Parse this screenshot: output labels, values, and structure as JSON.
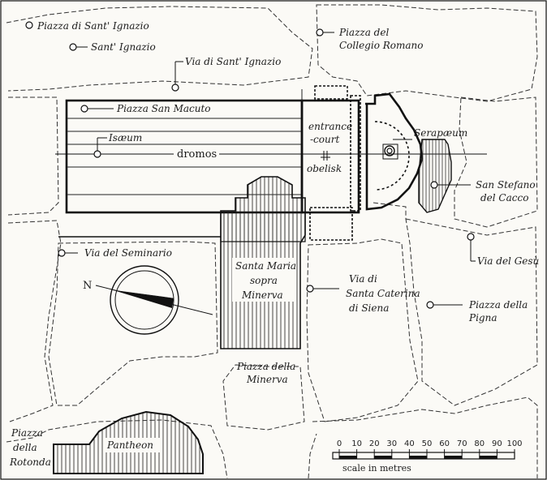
{
  "labels": {
    "piazza_sant_ignazio": "Piazza di Sant' Ignazio",
    "sant_ignazio": "Sant' Ignazio",
    "via_sant_ignazio": "Via di Sant' Ignazio",
    "piazza_collegio_romano_1": "Piazza del",
    "piazza_collegio_romano_2": "Collegio Romano",
    "piazza_san_macuto": "Piazza San Macuto",
    "iseum": "Isæum",
    "dromos": "dromos",
    "entrance_court_1": "entrance",
    "entrance_court_2": "-court",
    "obelisk": "obelisk",
    "serapaeum": "Serapæum",
    "san_stefano_1": "San Stefano",
    "san_stefano_2": "del Cacco",
    "via_del_seminario": "Via del Seminario",
    "via_del_gesu": "Via del Gesù",
    "santa_maria_1": "Santa Maria",
    "santa_maria_2": "sopra",
    "santa_maria_3": "Minerva",
    "via_santa_caterina_1": "Via di",
    "via_santa_caterina_2": "Santa Caterina",
    "via_santa_caterina_3": "di Siena",
    "piazza_della_pigna_1": "Piazza della",
    "piazza_della_pigna_2": "Pigna",
    "piazza_minerva_1": "Piazza della",
    "piazza_minerva_2": "Minerva",
    "piazza_rotonda_1": "Piazza",
    "piazza_rotonda_2": "della",
    "piazza_rotonda_3": "Rotonda",
    "pantheon": "Pantheon",
    "north": "N"
  },
  "scale": {
    "ticks": [
      "0",
      "10",
      "20",
      "30",
      "40",
      "50",
      "60",
      "70",
      "80",
      "90",
      "100"
    ],
    "caption": "scale in metres"
  }
}
